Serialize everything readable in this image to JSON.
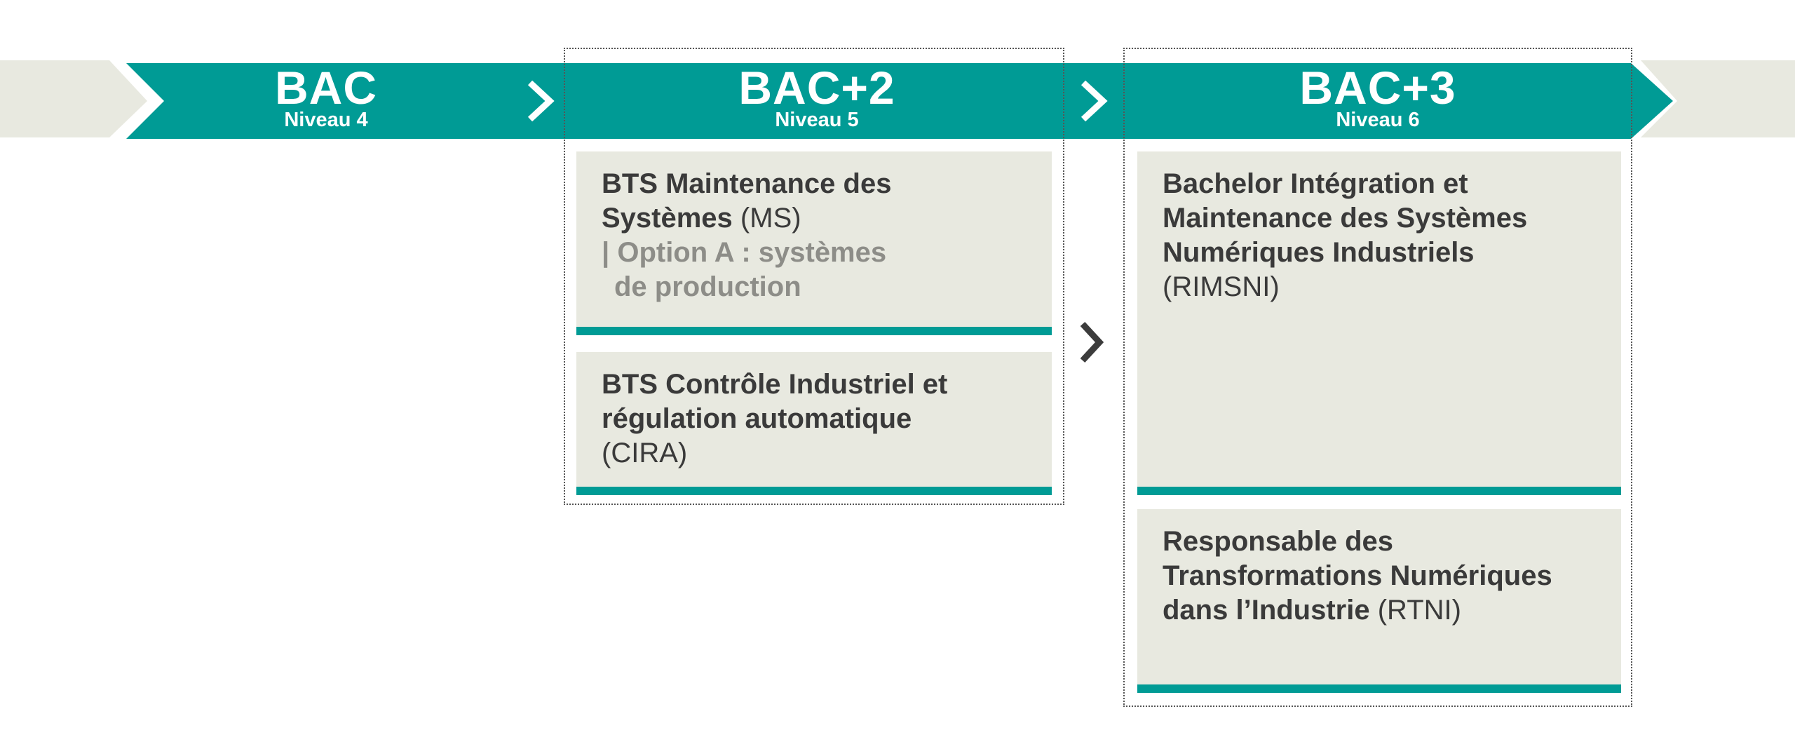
{
  "colors": {
    "teal": "#009b95",
    "grey_band": "#e8e9e0",
    "card_bg": "#e8e9e0",
    "text_dark": "#3a3a3a",
    "text_option": "#8d8d88",
    "chevron_dark": "#3c3c3c"
  },
  "levels": [
    {
      "title": "BAC",
      "subtitle": "Niveau 4"
    },
    {
      "title": "BAC+2",
      "subtitle": "Niveau 5"
    },
    {
      "title": "BAC+3",
      "subtitle": "Niveau 6"
    }
  ],
  "bac2_cards": [
    {
      "name_line1": "BTS Maintenance des",
      "name_line2": "Systèmes",
      "code": "(MS)",
      "option_line1": "Option A : systèmes",
      "option_line2": "de production",
      "option_pipe": "|"
    },
    {
      "name_line1": "BTS Contrôle Industriel et",
      "name_line2": "régulation automatique",
      "code": "(CIRA)"
    }
  ],
  "bac3_cards": [
    {
      "name_line1": "Bachelor Intégration et",
      "name_line2": "Maintenance des Systèmes",
      "name_line3": "Numériques Industriels",
      "code": "(RIMSNI)"
    },
    {
      "name_line1": "Responsable des",
      "name_line2": "Transformations Numériques",
      "name_line3": "dans l’Industrie",
      "code": "(RTNI)"
    }
  ]
}
